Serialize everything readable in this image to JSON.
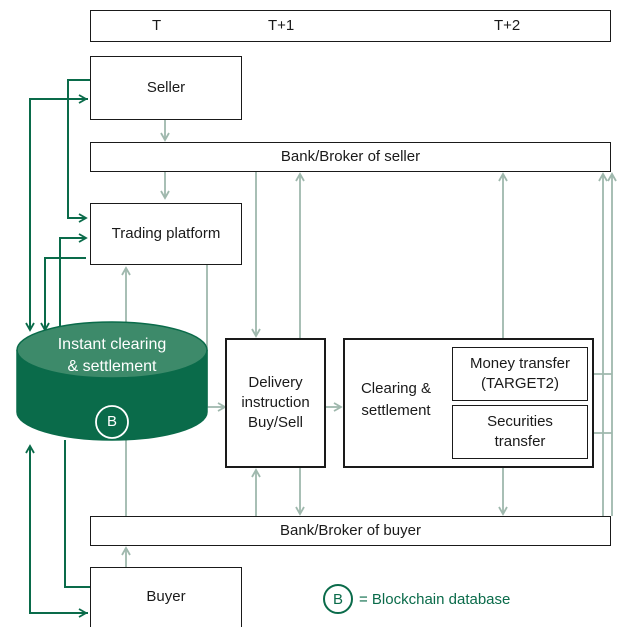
{
  "timeline": {
    "t0": "T",
    "t1": "T+1",
    "t2": "T+2"
  },
  "nodes": {
    "seller": "Seller",
    "bank_seller": "Bank/Broker of seller",
    "trading_platform": "Trading platform",
    "instant_line1": "Instant clearing",
    "instant_line2": "& settlement",
    "blockchain_symbol": "B",
    "delivery_line1": "Delivery",
    "delivery_line2": "instruction",
    "delivery_line3": "Buy/Sell",
    "clearing_line1": "Clearing &",
    "clearing_line2": "settlement",
    "money_line1": "Money transfer",
    "money_line2": "(TARGET2)",
    "securities_line1": "Securities",
    "securities_line2": "transfer",
    "bank_buyer": "Bank/Broker of buyer",
    "buyer": "Buyer"
  },
  "legend": {
    "symbol": "B",
    "text": "= Blockchain database"
  },
  "colors": {
    "green": "#0a6b4a",
    "grey_arrow": "#9fb8ad",
    "box_border": "#1a1a1a"
  }
}
